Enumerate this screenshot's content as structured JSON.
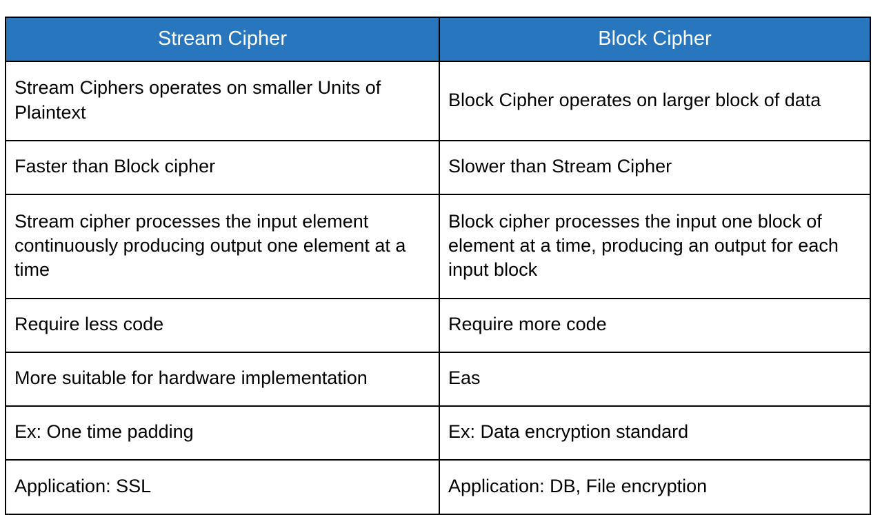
{
  "table": {
    "name": "stream-cipher-vs-block-cipher-comparison",
    "header_background": "#2877be",
    "header_text_color": "#ffffff",
    "body_text_color": "#000000",
    "border_color": "#000000",
    "columns": [
      {
        "key": "stream",
        "label": "Stream Cipher"
      },
      {
        "key": "block",
        "label": "Block Cipher"
      }
    ],
    "rows": [
      {
        "stream": "Stream Ciphers operates on smaller Units of Plaintext",
        "block": "Block Cipher operates on larger block of data"
      },
      {
        "stream": "Faster than Block cipher",
        "block": "Slower than Stream Cipher"
      },
      {
        "stream": "Stream cipher processes the input element continuously producing output one element at a time",
        "block": "Block cipher processes the input one block of element at a time, producing an output for each input block"
      },
      {
        "stream": "Require less code",
        "block": "Require more code"
      },
      {
        "stream": "More suitable for hardware implementation",
        "block": "Eas"
      },
      {
        "stream": "Ex: One time padding",
        "block": "Ex: Data encryption standard"
      },
      {
        "stream": "Application: SSL",
        "block": "Application: DB, File encryption"
      }
    ]
  }
}
